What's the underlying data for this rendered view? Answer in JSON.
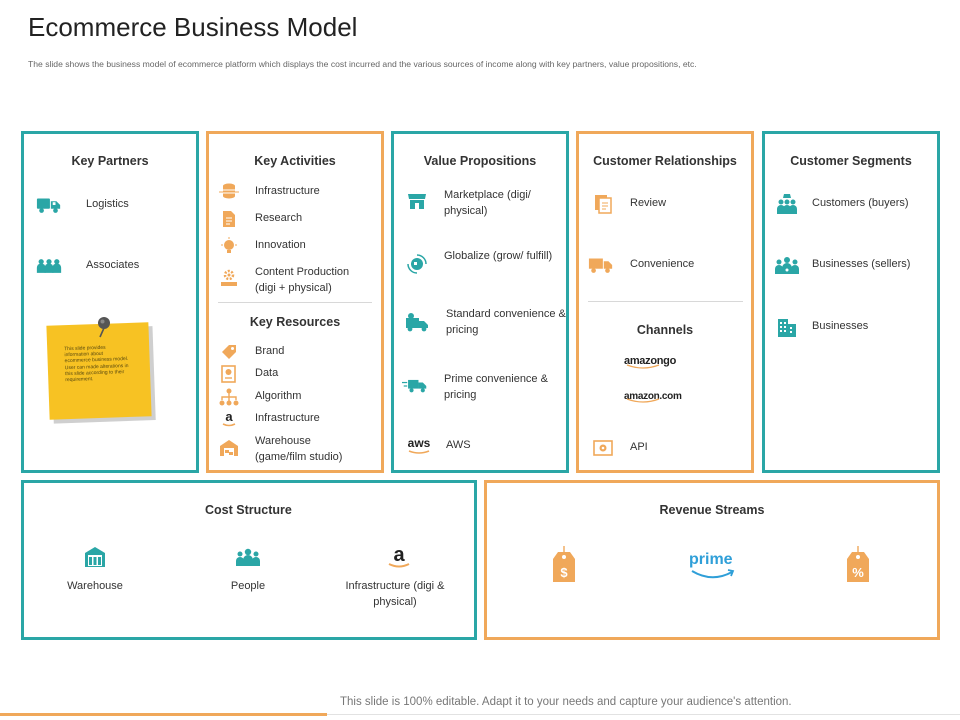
{
  "title": "Ecommerce Business Model",
  "subtitle": "The slide shows the business model of ecommerce platform which displays the cost incurred and the various sources of income along with key partners, value propositions, etc.",
  "colors": {
    "teal": "#2aa6a6",
    "orange": "#f0a85a",
    "note": "#f7c223"
  },
  "key_partners": {
    "title": "Key Partners",
    "items": [
      {
        "label": "Logistics",
        "icon": "truck-icon"
      },
      {
        "label": "Associates",
        "icon": "group-icon"
      }
    ],
    "note": "This slide provides information about ecommerce business model. User can made alterations in this slide according to their requirement."
  },
  "key_activities": {
    "title": "Key Activities",
    "items": [
      {
        "label": "Infrastructure",
        "icon": "database-icon"
      },
      {
        "label": "Research",
        "icon": "document-icon"
      },
      {
        "label": "Innovation",
        "icon": "lightbulb-icon"
      },
      {
        "label": "Content Production (digi + physical)",
        "icon": "gear-monitor-icon"
      }
    ]
  },
  "key_resources": {
    "title": "Key Resources",
    "items": [
      {
        "label": "Brand",
        "icon": "tag-icon"
      },
      {
        "label": "Data",
        "icon": "data-file-icon"
      },
      {
        "label": "Algorithm",
        "icon": "hierarchy-icon"
      },
      {
        "label": "Infrastructure",
        "icon": "amazon-icon"
      },
      {
        "label": "Warehouse (game/film studio)",
        "icon": "warehouse-icon"
      }
    ]
  },
  "value_propositions": {
    "title": "Value Propositions",
    "items": [
      {
        "label": "Marketplace (digi/ physical)",
        "icon": "store-icon"
      },
      {
        "label": "Globalize (grow/ fulfill)",
        "icon": "globe-icon"
      },
      {
        "label": "Standard convenience & pricing",
        "icon": "delivery-truck-icon"
      },
      {
        "label": "Prime convenience & pricing",
        "icon": "fast-truck-icon"
      },
      {
        "label": "AWS",
        "icon": "aws-icon"
      }
    ]
  },
  "customer_relationships": {
    "title": "Customer Relationships",
    "items": [
      {
        "label": "Review",
        "icon": "review-icon"
      },
      {
        "label": "Convenience",
        "icon": "truck-icon"
      }
    ]
  },
  "channels": {
    "title": "Channels",
    "brands": [
      "amazongo",
      "amazon.com"
    ],
    "items": [
      {
        "label": "API",
        "icon": "api-icon"
      }
    ]
  },
  "customer_segments": {
    "title": "Customer Segments",
    "items": [
      {
        "label": "Customers (buyers)",
        "icon": "customers-icon"
      },
      {
        "label": "Businesses (sellers)",
        "icon": "sellers-icon"
      },
      {
        "label": "Businesses",
        "icon": "building-icon"
      }
    ]
  },
  "cost_structure": {
    "title": "Cost Structure",
    "items": [
      {
        "label": "Warehouse",
        "icon": "warehouse-icon"
      },
      {
        "label": "People",
        "icon": "people-icon"
      },
      {
        "label": "Infrastructure (digi & physical)",
        "icon": "amazon-icon"
      }
    ]
  },
  "revenue_streams": {
    "title": "Revenue Streams",
    "icons": [
      "dollar-tag-icon",
      "prime-logo-icon",
      "percent-tag-icon"
    ],
    "prime_text": "prime"
  },
  "footer": "This slide is 100% editable. Adapt it to your needs and capture your audience's attention."
}
